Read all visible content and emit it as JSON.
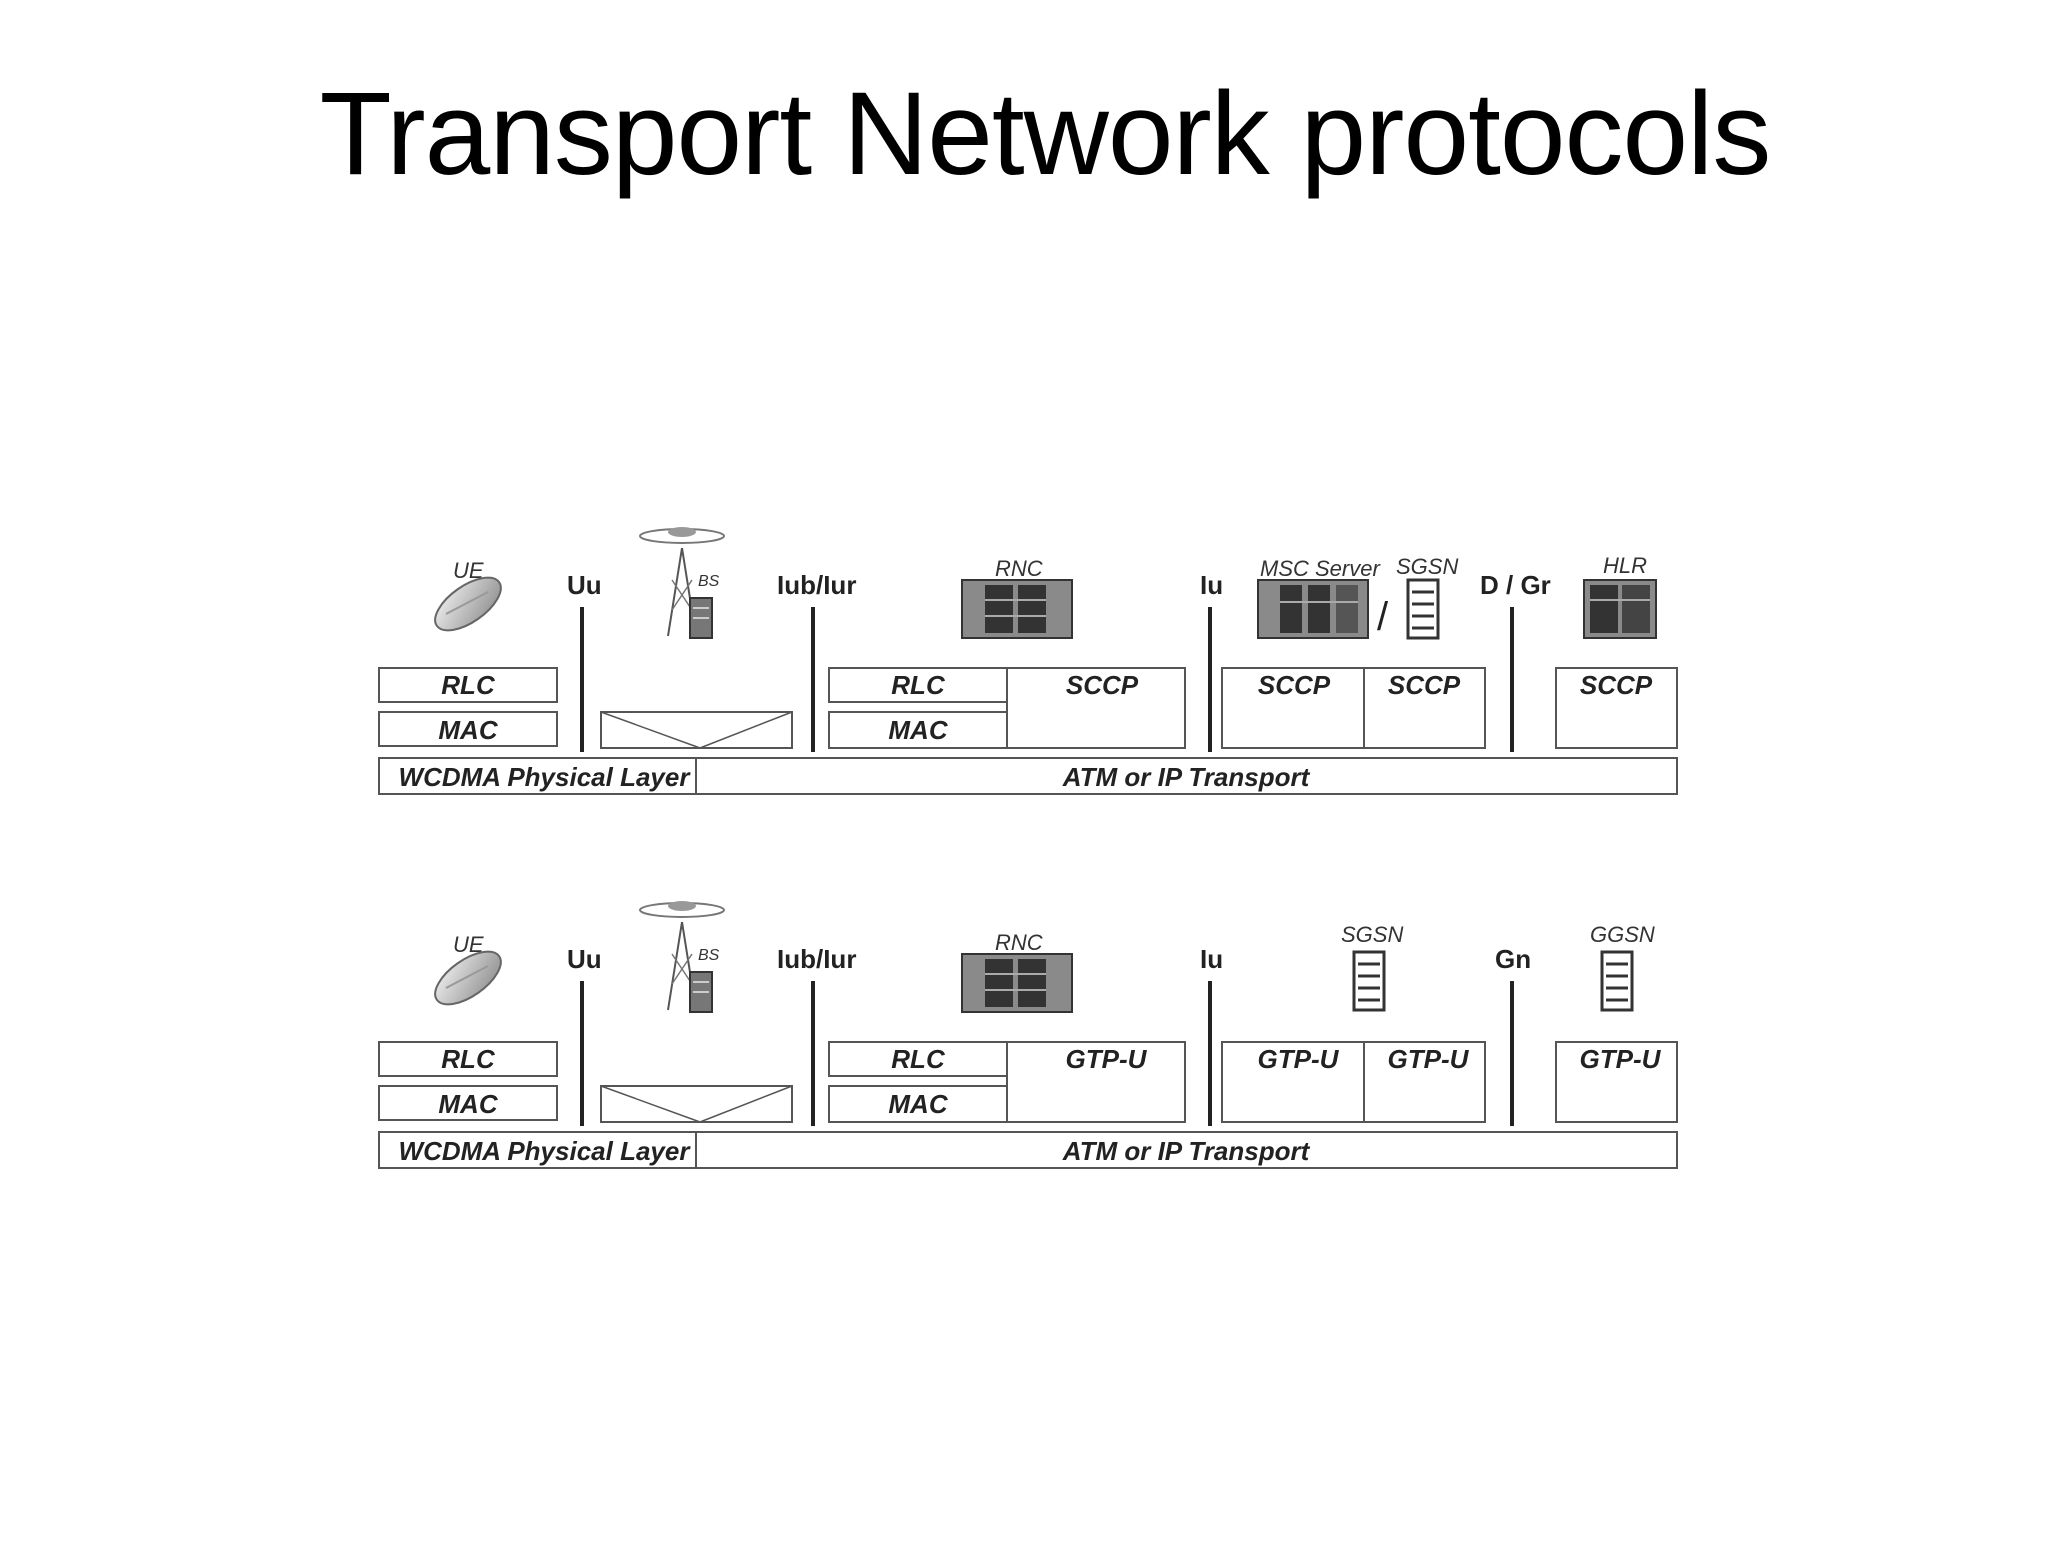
{
  "title": "Transport Network protocols",
  "diagrams": [
    {
      "nodes": {
        "ue": "UE",
        "bs": "BS",
        "rnc": "RNC",
        "core1": "MSC Server",
        "slash": "/",
        "core2": "SGSN",
        "last": "HLR"
      },
      "interfaces": {
        "uu": "Uu",
        "iub": "Iub/Iur",
        "iu": "Iu",
        "last": "D / Gr"
      },
      "ue_stack": {
        "rlc": "RLC",
        "mac": "MAC"
      },
      "rnc_stack": {
        "rlc": "RLC",
        "mac": "MAC",
        "upper": "SCCP"
      },
      "core_stack": {
        "left": "SCCP",
        "right": "SCCP"
      },
      "last_stack": "SCCP",
      "physical": "WCDMA Physical Layer",
      "transport": "ATM or IP Transport"
    },
    {
      "nodes": {
        "ue": "UE",
        "bs": "BS",
        "rnc": "RNC",
        "core1": "",
        "slash": "",
        "core2": "SGSN",
        "last": "GGSN"
      },
      "interfaces": {
        "uu": "Uu",
        "iub": "Iub/Iur",
        "iu": "Iu",
        "last": "Gn"
      },
      "ue_stack": {
        "rlc": "RLC",
        "mac": "MAC"
      },
      "rnc_stack": {
        "rlc": "RLC",
        "mac": "MAC",
        "upper": "GTP-U"
      },
      "core_stack": {
        "left": "GTP-U",
        "right": "GTP-U"
      },
      "last_stack": "GTP-U",
      "physical": "WCDMA Physical Layer",
      "transport": "ATM or IP Transport"
    }
  ]
}
